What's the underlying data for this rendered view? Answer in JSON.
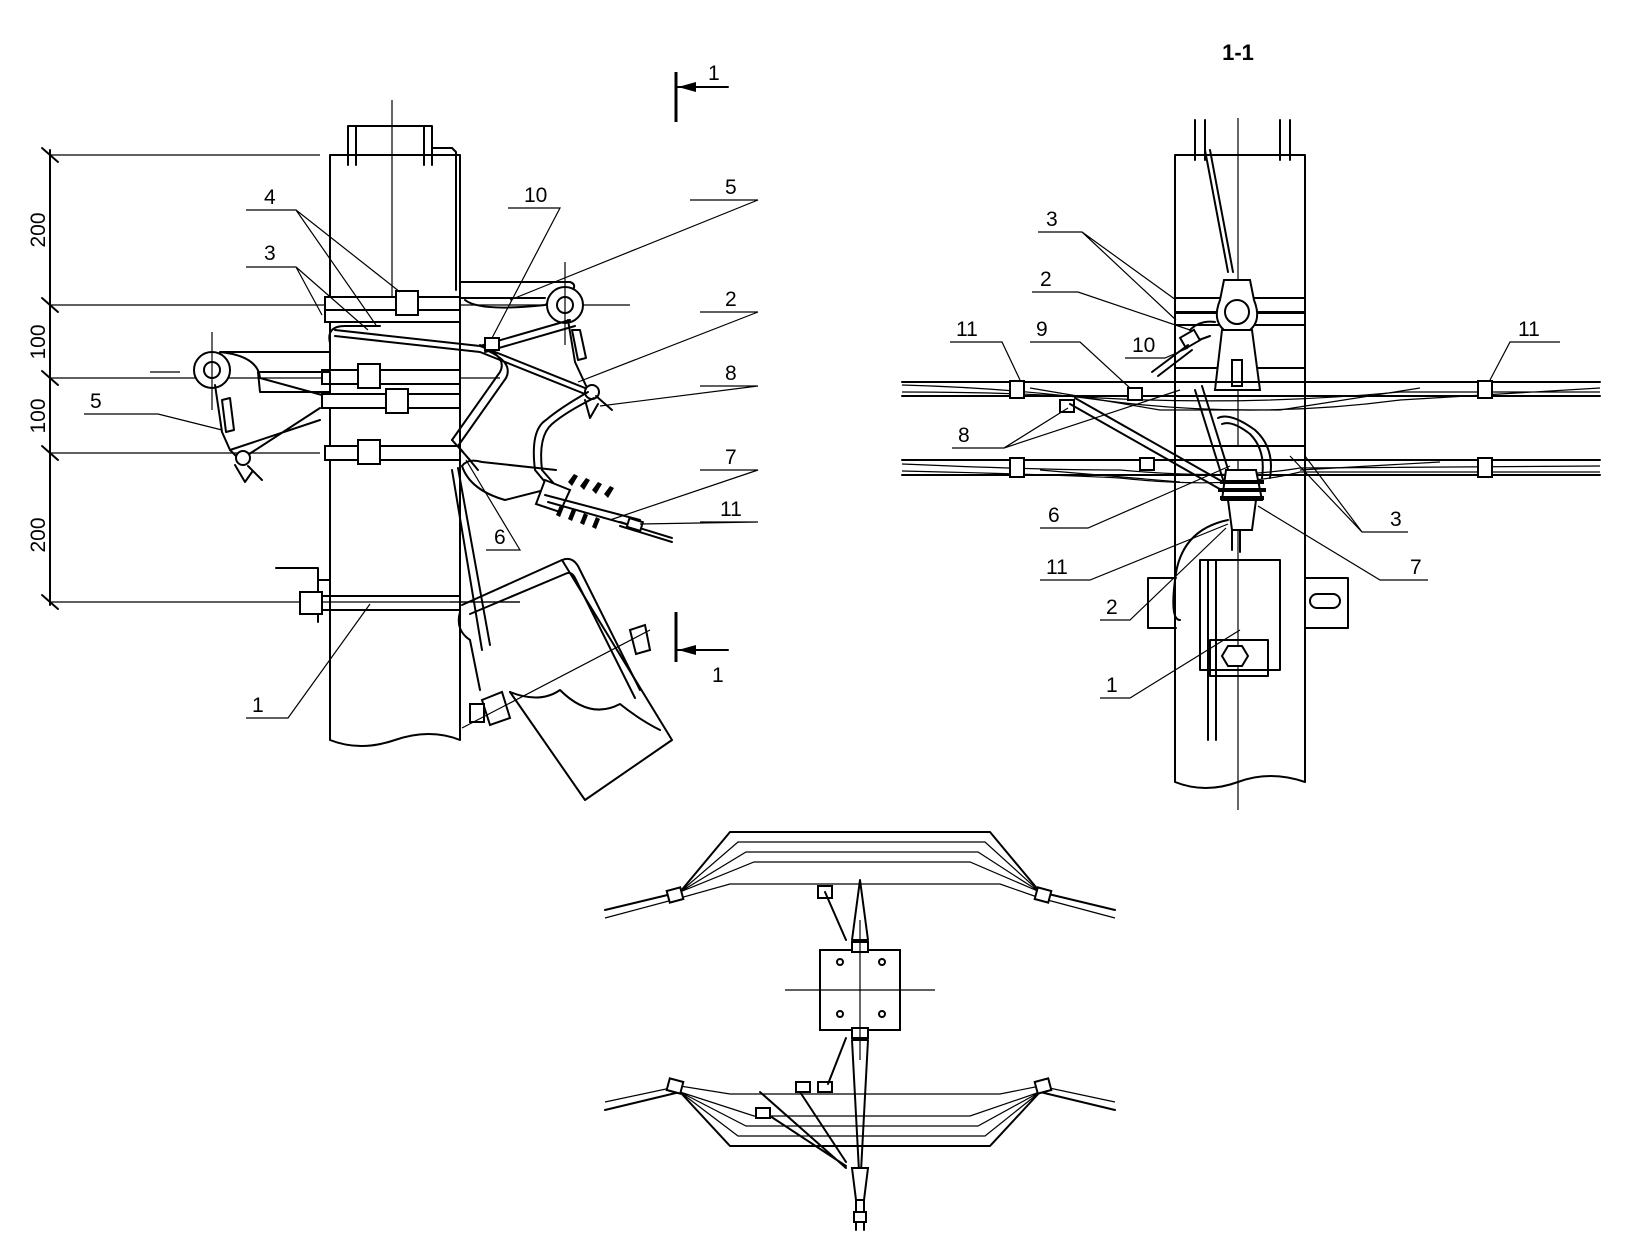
{
  "section_marker": "1",
  "section_title": "1-1",
  "dimensions": [
    "200",
    "100",
    "100",
    "200"
  ],
  "front_view_callouts": [
    "4",
    "3",
    "10",
    "5",
    "2",
    "8",
    "7",
    "11",
    "6",
    "1",
    "5"
  ],
  "section_view_callouts": [
    "3",
    "2",
    "11",
    "9",
    "10",
    "11",
    "8",
    "6",
    "3",
    "11",
    "7",
    "2",
    "1"
  ]
}
